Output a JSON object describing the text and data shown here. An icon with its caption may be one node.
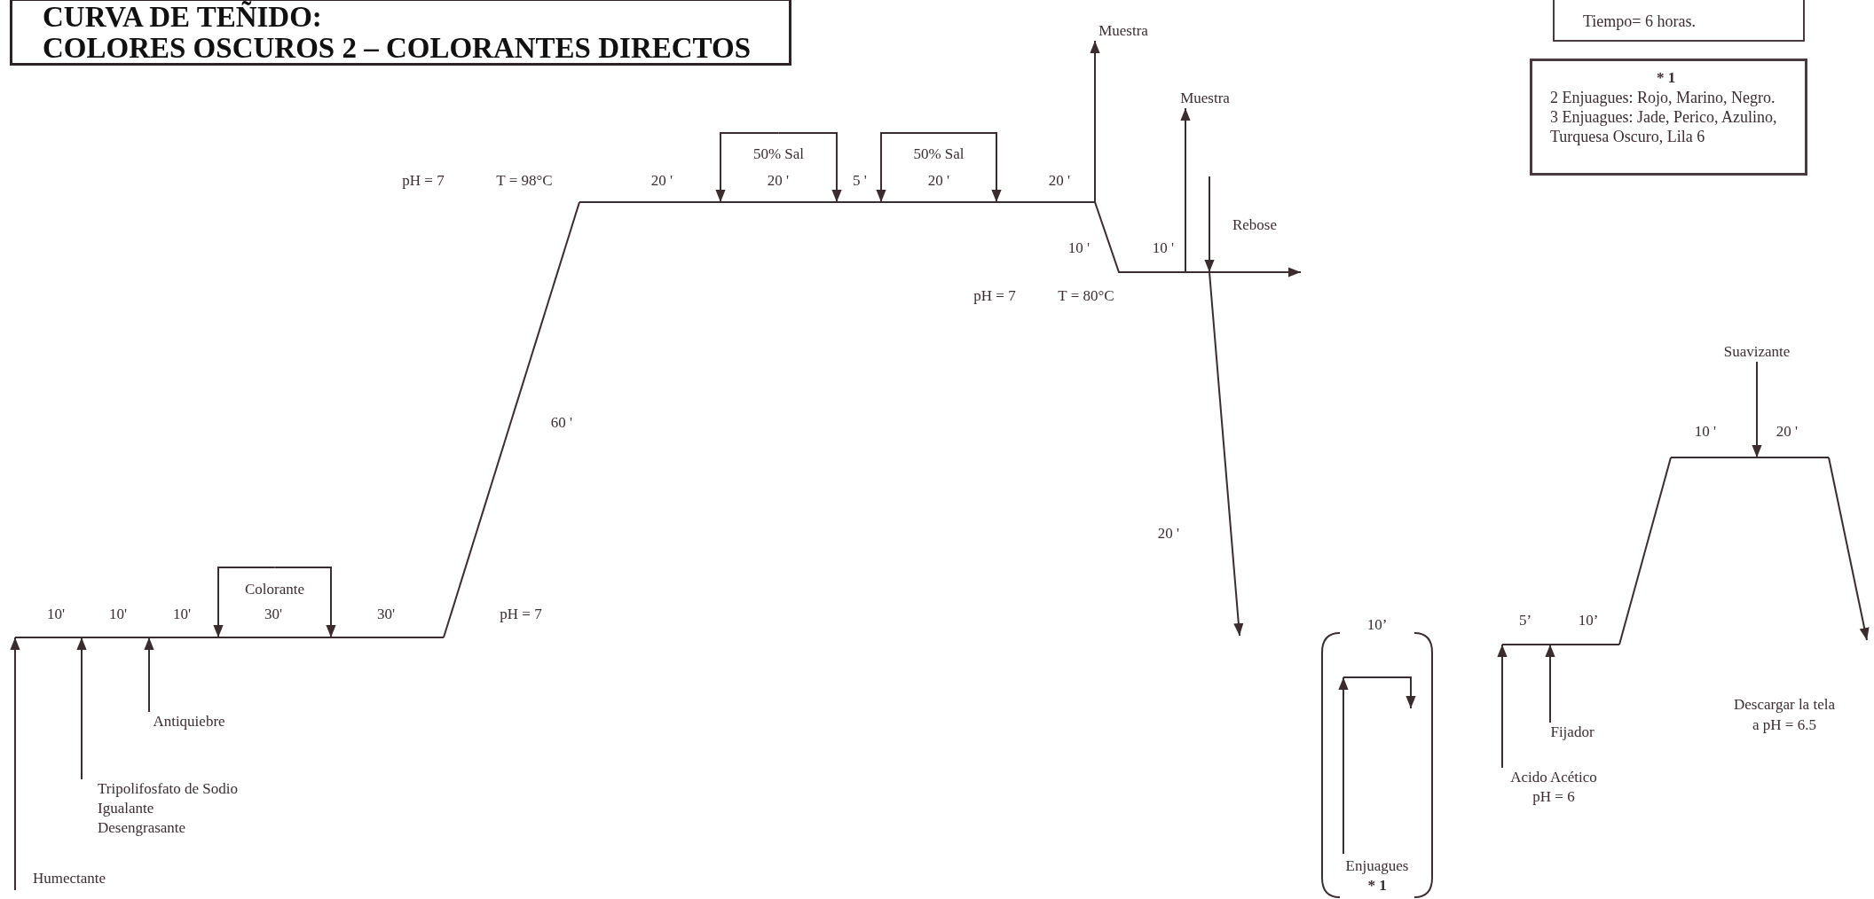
{
  "diagram": {
    "nodes": [
      {
        "text": [
          "CURVA DE TEÑIDO:",
          "COLORES OSCUROS 2 – COLORANTES DIRECTOS"
        ]
      },
      {
        "text": [
          "Tiempo= 6 horas."
        ]
      },
      {
        "text": [
          "* 1",
          "2 Enjuagues: Rojo, Marino, Negro.",
          "3 Enjuagues: Jade, Perico, Azulino, Turquesa Oscuro, Lila 6"
        ]
      },
      {
        "text": [
          "Muestra"
        ]
      },
      {
        "text": [
          "Muestra"
        ]
      },
      {
        "text": [
          "50% Sal"
        ]
      },
      {
        "text": [
          "50% Sal"
        ]
      },
      {
        "text": [
          "Suavizante"
        ]
      },
      {
        "text": [
          "Colorante"
        ]
      },
      {
        "text": [
          "10’",
          "Enjuagues",
          "* 1"
        ]
      },
      {
        "text": [
          "Antiquiebre"
        ]
      },
      {
        "text": [
          "Tripolifosfato de Sodio",
          "Igualante",
          "Desengrasante"
        ]
      },
      {
        "text": [
          "Fijador"
        ]
      },
      {
        "text": [
          "Acido Acético",
          "pH = 6"
        ]
      },
      {
        "text": [
          "Humectante"
        ]
      },
      {
        "text": [],
        "shape": "line"
      },
      {
        "text": [],
        "shape": "line"
      },
      {
        "text": [],
        "shape": "line"
      },
      {
        "text": [],
        "shape": "line"
      },
      {
        "text": [],
        "shape": "line"
      }
    ],
    "edges": [
      {
        "from": 16,
        "to": 3,
        "arrow": "to"
      },
      {
        "from": 17,
        "to": 4,
        "arrow": "to"
      },
      {
        "from": 5,
        "to": 16,
        "arrow": "to"
      },
      {
        "from": 5,
        "to": 16,
        "arrow": "to"
      },
      {
        "from": 6,
        "to": 16,
        "arrow": "to"
      },
      {
        "from": 6,
        "to": 16,
        "arrow": "to"
      },
      {
        "from": null,
        "to": 17,
        "arrow": "to"
      },
      {
        "from": 7,
        "to": 19,
        "arrow": "to"
      },
      {
        "from": 8,
        "to": 15,
        "arrow": "to"
      },
      {
        "from": 8,
        "to": 15,
        "arrow": "to"
      },
      {
        "from": 10,
        "to": 15,
        "arrow": "to"
      },
      {
        "from": 11,
        "to": 15,
        "arrow": "to"
      },
      {
        "from": 12,
        "to": 18,
        "arrow": "to"
      },
      {
        "from": 13,
        "to": 18,
        "arrow": "to"
      },
      {
        "from": 14,
        "to": 15,
        "arrow": "to"
      },
      {
        "from": 17,
        "to": null,
        "arrow": "to"
      },
      {
        "from": 19,
        "to": null,
        "arrow": "to"
      },
      {
        "from": 15,
        "to": 16,
        "arrow": "none"
      },
      {
        "from": 18,
        "to": 19,
        "arrow": "none"
      }
    ],
    "labels": [
      "pH = 7",
      "T = 98°C",
      "20 '",
      "20 '",
      "5 '",
      "20 '",
      "20 '",
      "Rebose",
      "10 '",
      "10 '",
      "pH = 7",
      "T = 80°C",
      "60 '",
      "20 '",
      "10 '",
      "20 '",
      "10'",
      "10'",
      "10'",
      "30'",
      "30'",
      "pH = 7",
      "5’",
      "10’",
      "Descargar la tela a pH = 6.5"
    ]
  }
}
